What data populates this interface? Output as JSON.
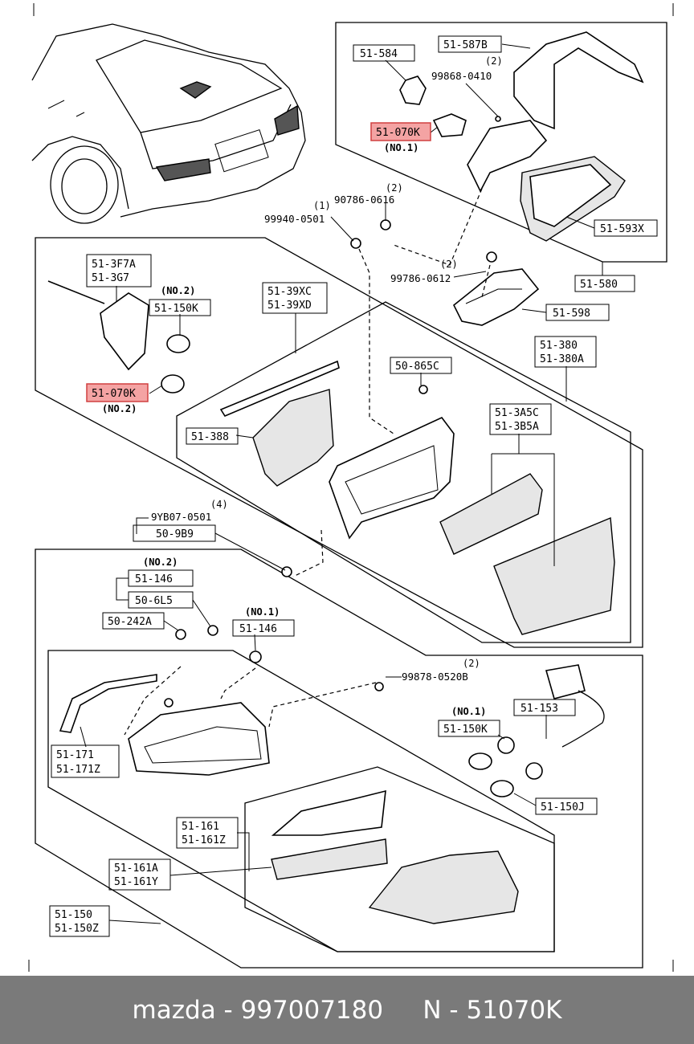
{
  "footer": {
    "brand": "mazda",
    "separator": "-",
    "part_number": "997007180",
    "ref_prefix": "N -",
    "ref_code": "51070K"
  },
  "labels": {
    "l_51_584": "51-584",
    "l_51_587B": "51-587B",
    "q_2a": "(2)",
    "l_99868_0410": "99868-0410",
    "l_51_070K_a": "51-070K",
    "no1_a": "(NO.1)",
    "l_51_593X": "51-593X",
    "l_51_580": "51-580",
    "q_2b": "(2)",
    "l_90786_0616": "90786-0616",
    "q_1a": "(1)",
    "l_99940_0501": "99940-0501",
    "q_2c": "(2)",
    "l_99786_0612": "99786-0612",
    "l_51_598": "51-598",
    "l_51_3F7A": "51-3F7A",
    "l_51_3G7": "51-3G7",
    "no2_a": "(NO.2)",
    "l_51_150K_a": "51-150K",
    "l_51_070K_b": "51-070K",
    "no2_b": "(NO.2)",
    "l_51_39XC": "51-39XC",
    "l_51_39XD": "51-39XD",
    "l_51_380": "51-380",
    "l_51_380A": "51-380A",
    "l_50_865C": "50-865C",
    "l_51_388": "51-388",
    "l_51_3A5C": "51-3A5C",
    "l_51_3B5A": "51-3B5A",
    "q_4": "(4)",
    "l_9YB07_0501": "9YB07-0501",
    "l_50_9B9": "50-9B9",
    "no2_c": "(NO.2)",
    "l_51_146_a": "51-146",
    "l_50_6L5": "50-6L5",
    "l_50_242A": "50-242A",
    "no1_b": "(NO.1)",
    "l_51_146_b": "51-146",
    "q_2d": "(2)",
    "l_99878_0520B": "99878-0520B",
    "l_51_153": "51-153",
    "no1_c": "(NO.1)",
    "l_51_150K_b": "51-150K",
    "l_51_171": "51-171",
    "l_51_171Z": "51-171Z",
    "l_51_150J": "51-150J",
    "l_51_161": "51-161",
    "l_51_161Z": "51-161Z",
    "l_51_161A": "51-161A",
    "l_51_161Y": "51-161Y",
    "l_51_150": "51-150",
    "l_51_150Z": "51-150Z"
  },
  "colors": {
    "highlight_fill": "#f4a3a3",
    "highlight_stroke": "#d04040",
    "footer_bg": "#7a7a7a",
    "footer_text": "#ffffff"
  }
}
